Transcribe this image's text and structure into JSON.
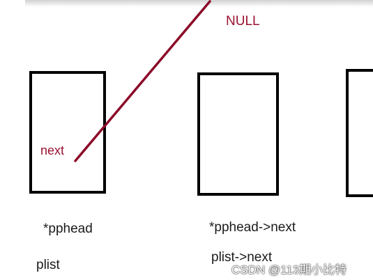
{
  "colors": {
    "pointer_arrow": "#8b0a28",
    "pointer_text": "#9a1230",
    "box_stroke": "#000000",
    "text": "#1a1a1a"
  },
  "labels": {
    "null_label": "NULL",
    "next_field": "next",
    "pphead": "*pphead",
    "pphead_next": "*pphead->next",
    "plist": "plist",
    "plist_next": "plist->next"
  },
  "watermark": "CSDN @113期小比特"
}
